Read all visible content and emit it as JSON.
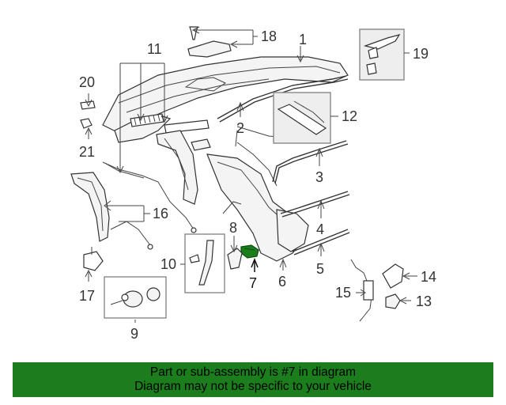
{
  "diagram": {
    "callouts": {
      "c1": "1",
      "c2": "2",
      "c3": "3",
      "c4": "4",
      "c5": "5",
      "c6": "6",
      "c7": "7",
      "c8": "8",
      "c9": "9",
      "c10": "10",
      "c11": "11",
      "c12": "12",
      "c13": "13",
      "c14": "14",
      "c15": "15",
      "c16": "16",
      "c17": "17",
      "c18": "18",
      "c19": "19",
      "c20": "20",
      "c21": "21"
    },
    "highlighted_part": "7",
    "highlight_color": "#1c7d1c"
  },
  "footer": {
    "line1": "Part or sub-assembly is #7 in diagram",
    "line2": "Diagram may not be specific to your vehicle",
    "background": "#1c7d1c"
  }
}
